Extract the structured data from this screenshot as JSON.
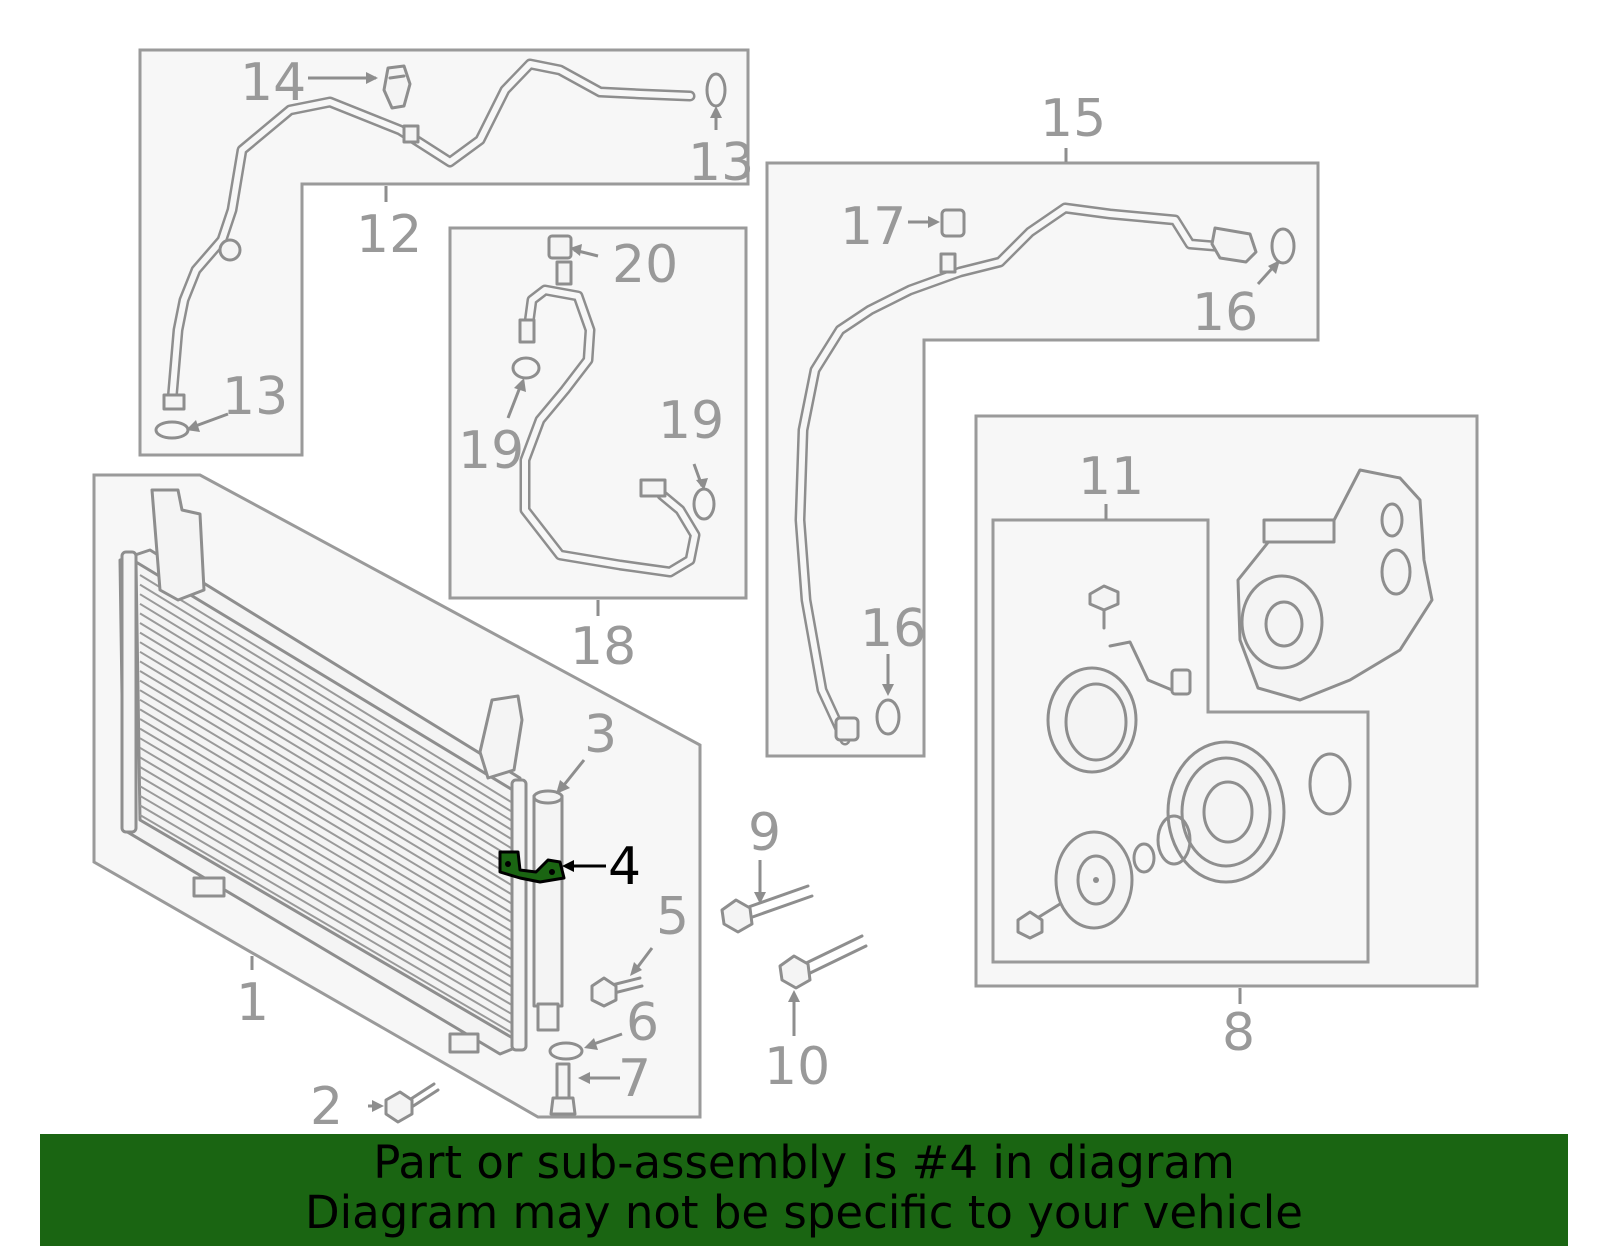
{
  "callouts": {
    "c1": "1",
    "c2": "2",
    "c3": "3",
    "c4": "4",
    "c5": "5",
    "c6": "6",
    "c7": "7",
    "c8": "8",
    "c9": "9",
    "c10": "10",
    "c11": "11",
    "c12": "12",
    "c13a": "13",
    "c13b": "13",
    "c14": "14",
    "c15": "15",
    "c16a": "16",
    "c16b": "16",
    "c17": "17",
    "c18": "18",
    "c19a": "19",
    "c19b": "19",
    "c20": "20"
  },
  "highlight": {
    "part_number": "4",
    "color": "#1a6512"
  },
  "banner": {
    "line1": "Part or sub-assembly is #4 in diagram",
    "line2": "Diagram may not be specific to your vehicle",
    "background": "#1a6512"
  },
  "icons": [
    "condenser-icon",
    "compressor-icon",
    "hose-icon",
    "bolt-icon",
    "o-ring-icon",
    "clutch-pulley-icon",
    "bracket-icon"
  ]
}
